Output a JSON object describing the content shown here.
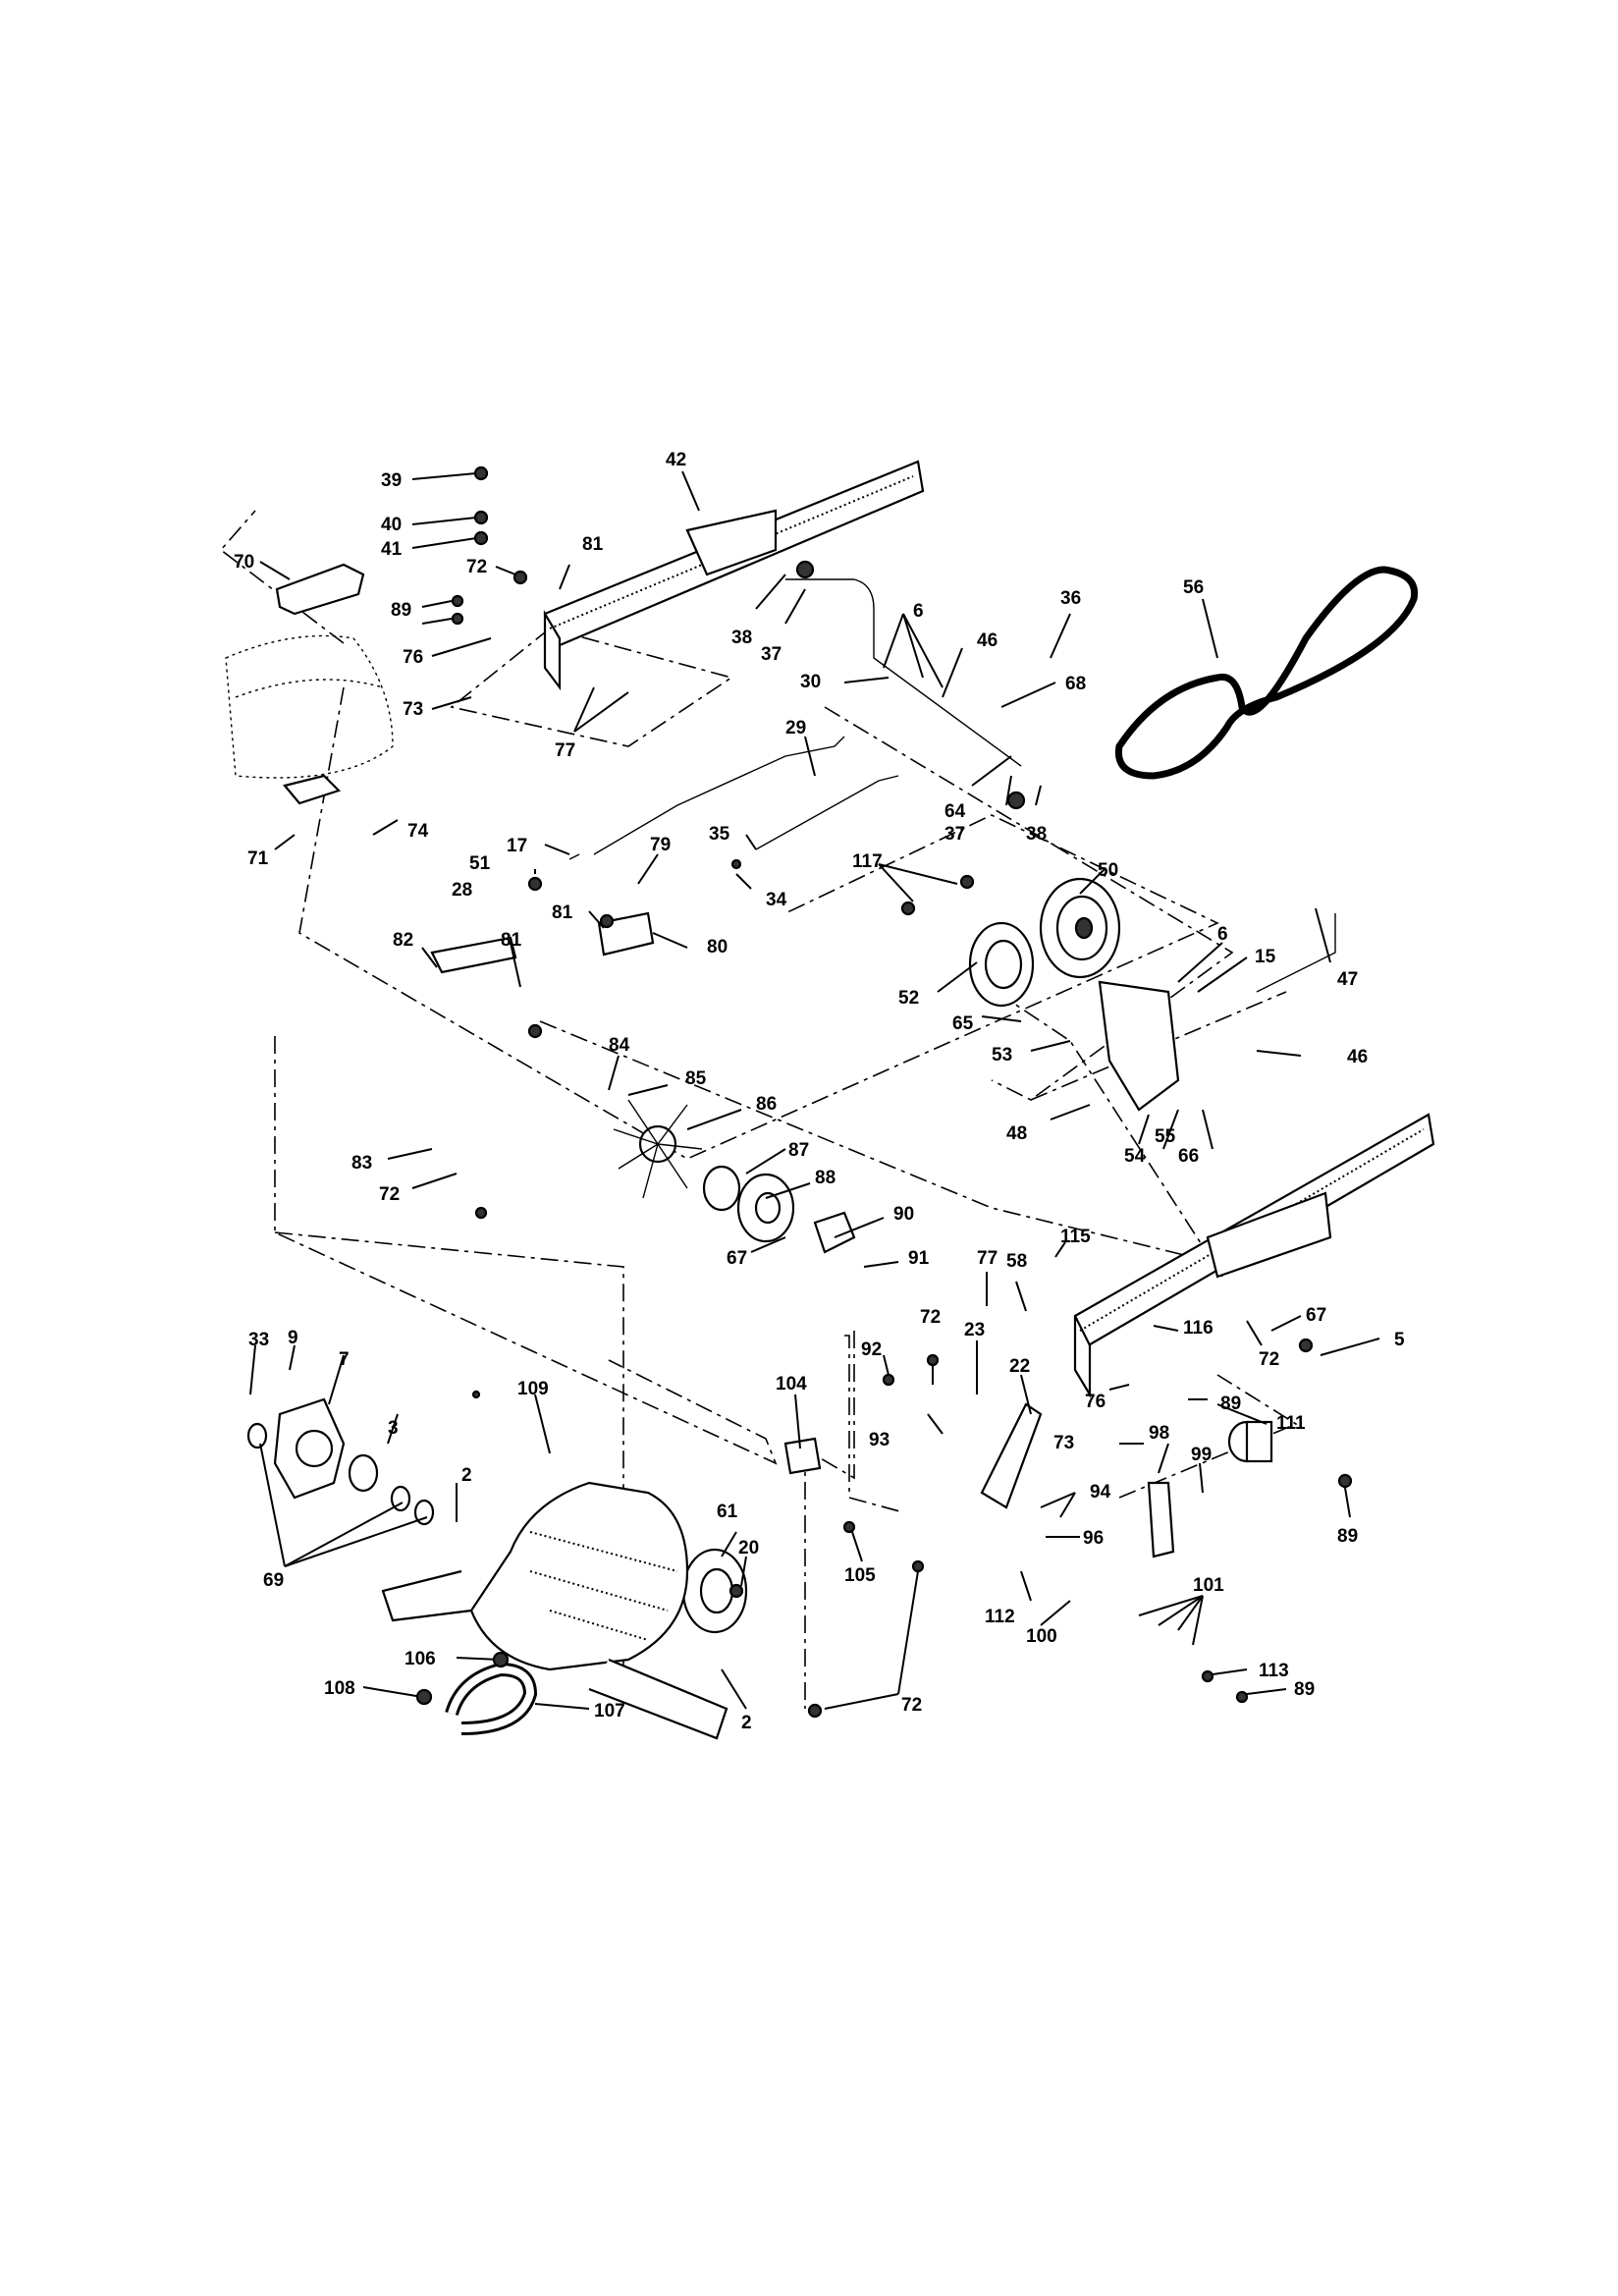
{
  "callouts": [
    {
      "id": "c39",
      "text": "39"
    },
    {
      "id": "c40",
      "text": "40"
    },
    {
      "id": "c41",
      "text": "41"
    },
    {
      "id": "c42",
      "text": "42"
    },
    {
      "id": "c70",
      "text": "70"
    },
    {
      "id": "c72a",
      "text": "72"
    },
    {
      "id": "c81a",
      "text": "81"
    },
    {
      "id": "c89a",
      "text": "89"
    },
    {
      "id": "c76a",
      "text": "76"
    },
    {
      "id": "c73a",
      "text": "73"
    },
    {
      "id": "c77a",
      "text": "77"
    },
    {
      "id": "c38a",
      "text": "38"
    },
    {
      "id": "c37a",
      "text": "37"
    },
    {
      "id": "c6a",
      "text": "6"
    },
    {
      "id": "c46a",
      "text": "46"
    },
    {
      "id": "c36",
      "text": "36"
    },
    {
      "id": "c56",
      "text": "56"
    },
    {
      "id": "c30",
      "text": "30"
    },
    {
      "id": "c68",
      "text": "68"
    },
    {
      "id": "c29",
      "text": "29"
    },
    {
      "id": "c64",
      "text": "64"
    },
    {
      "id": "c37b",
      "text": "37"
    },
    {
      "id": "c38b",
      "text": "38"
    },
    {
      "id": "c71",
      "text": "71"
    },
    {
      "id": "c74",
      "text": "74"
    },
    {
      "id": "c17",
      "text": "17"
    },
    {
      "id": "c79",
      "text": "79"
    },
    {
      "id": "c35",
      "text": "35"
    },
    {
      "id": "c51",
      "text": "51"
    },
    {
      "id": "c28",
      "text": "28"
    },
    {
      "id": "c34",
      "text": "34"
    },
    {
      "id": "c117",
      "text": "117"
    },
    {
      "id": "c50",
      "text": "50"
    },
    {
      "id": "c81b",
      "text": "81"
    },
    {
      "id": "c80",
      "text": "80"
    },
    {
      "id": "c82",
      "text": "82"
    },
    {
      "id": "c81c",
      "text": "81"
    },
    {
      "id": "c6b",
      "text": "6"
    },
    {
      "id": "c15",
      "text": "15"
    },
    {
      "id": "c47",
      "text": "47"
    },
    {
      "id": "c52",
      "text": "52"
    },
    {
      "id": "c65",
      "text": "65"
    },
    {
      "id": "c53",
      "text": "53"
    },
    {
      "id": "c46b",
      "text": "46"
    },
    {
      "id": "c84",
      "text": "84"
    },
    {
      "id": "c85",
      "text": "85"
    },
    {
      "id": "c86",
      "text": "86"
    },
    {
      "id": "c48",
      "text": "48"
    },
    {
      "id": "c54",
      "text": "54"
    },
    {
      "id": "c55",
      "text": "55"
    },
    {
      "id": "c66",
      "text": "66"
    },
    {
      "id": "c83",
      "text": "83"
    },
    {
      "id": "c72b",
      "text": "72"
    },
    {
      "id": "c87",
      "text": "87"
    },
    {
      "id": "c88",
      "text": "88"
    },
    {
      "id": "c90",
      "text": "90"
    },
    {
      "id": "c67a",
      "text": "67"
    },
    {
      "id": "c91",
      "text": "91"
    },
    {
      "id": "c115",
      "text": "115"
    },
    {
      "id": "c77b",
      "text": "77"
    },
    {
      "id": "c58",
      "text": "58"
    },
    {
      "id": "c67b",
      "text": "67"
    },
    {
      "id": "c5",
      "text": "5"
    },
    {
      "id": "c116",
      "text": "116"
    },
    {
      "id": "c72c",
      "text": "72"
    },
    {
      "id": "c33",
      "text": "33"
    },
    {
      "id": "c9",
      "text": "9"
    },
    {
      "id": "c7",
      "text": "7"
    },
    {
      "id": "c109",
      "text": "109"
    },
    {
      "id": "c104",
      "text": "104"
    },
    {
      "id": "c92",
      "text": "92"
    },
    {
      "id": "c72d",
      "text": "72"
    },
    {
      "id": "c23",
      "text": "23"
    },
    {
      "id": "c22",
      "text": "22"
    },
    {
      "id": "c76b",
      "text": "76"
    },
    {
      "id": "c89b",
      "text": "89"
    },
    {
      "id": "c111",
      "text": "111"
    },
    {
      "id": "c3",
      "text": "3"
    },
    {
      "id": "c93",
      "text": "93"
    },
    {
      "id": "c73b",
      "text": "73"
    },
    {
      "id": "c98",
      "text": "98"
    },
    {
      "id": "c99",
      "text": "99"
    },
    {
      "id": "c2a",
      "text": "2"
    },
    {
      "id": "c94",
      "text": "94"
    },
    {
      "id": "c61",
      "text": "61"
    },
    {
      "id": "c20",
      "text": "20"
    },
    {
      "id": "c89c",
      "text": "89"
    },
    {
      "id": "c105",
      "text": "105"
    },
    {
      "id": "c96",
      "text": "96"
    },
    {
      "id": "c69",
      "text": "69"
    },
    {
      "id": "c112",
      "text": "112"
    },
    {
      "id": "c101",
      "text": "101"
    },
    {
      "id": "c100",
      "text": "100"
    },
    {
      "id": "c106",
      "text": "106"
    },
    {
      "id": "c113",
      "text": "113"
    },
    {
      "id": "c108",
      "text": "108"
    },
    {
      "id": "c107",
      "text": "107"
    },
    {
      "id": "c89d",
      "text": "89"
    },
    {
      "id": "c72e",
      "text": "72"
    },
    {
      "id": "c2b",
      "text": "2"
    }
  ]
}
